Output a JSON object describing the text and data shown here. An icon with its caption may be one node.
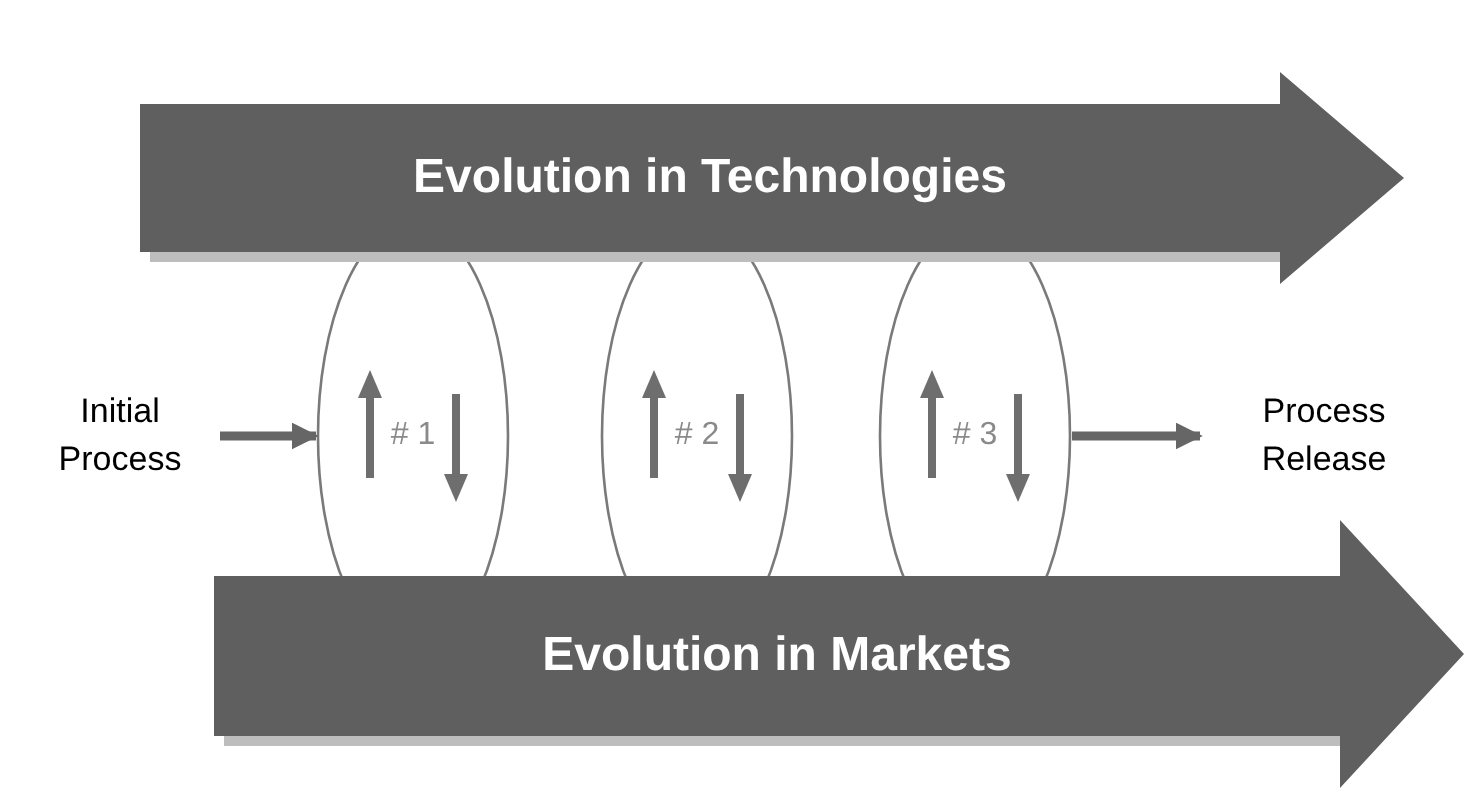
{
  "diagram": {
    "nodes": [
      {
        "text": [
          "Evolution in Technologies"
        ]
      },
      {
        "text": [
          "Initial Process"
        ]
      },
      {
        "text": [
          "# 1"
        ]
      },
      {
        "text": [
          "# 2"
        ]
      },
      {
        "text": [
          "# 3"
        ]
      },
      {
        "text": [
          "Process Release"
        ]
      },
      {
        "text": [
          "Evolution in Markets"
        ]
      }
    ],
    "edges": [
      {
        "from": 1,
        "to": 2,
        "arrow": "to"
      },
      {
        "from": 4,
        "to": 5,
        "arrow": "to"
      }
    ]
  }
}
